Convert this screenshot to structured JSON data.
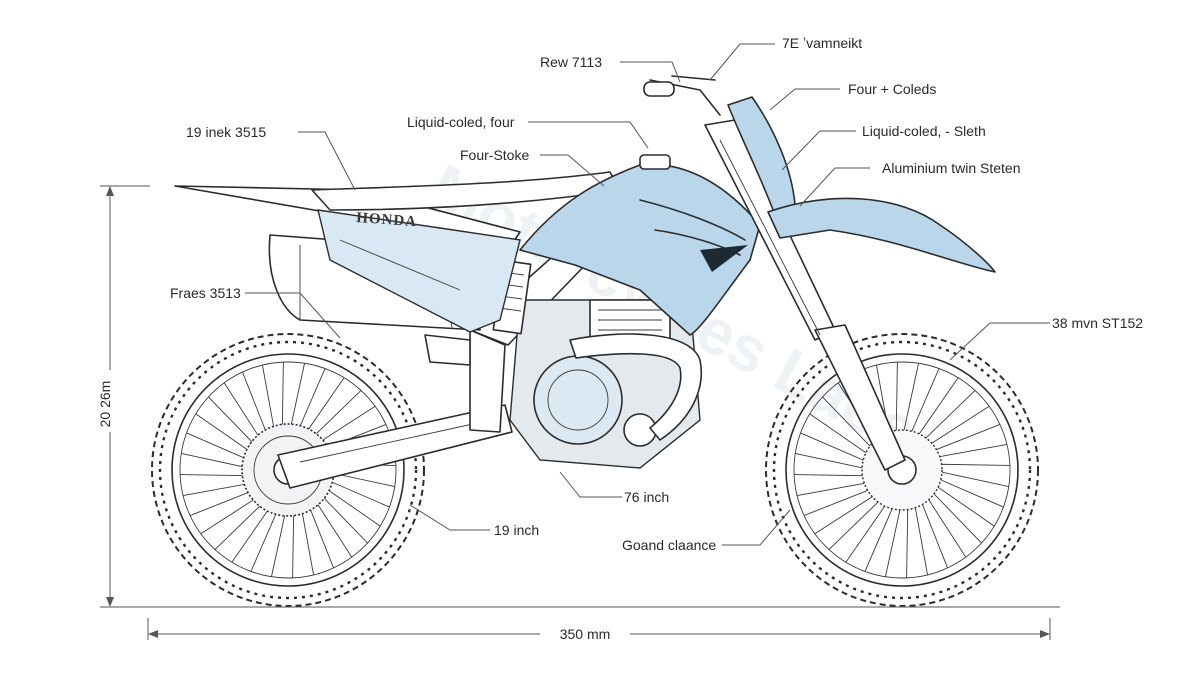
{
  "diagram": {
    "brand_text": "HONDA",
    "watermark": "Motorcycles Laos",
    "labels": [
      {
        "id": "rew",
        "text": "Rew 7113"
      },
      {
        "id": "top-right",
        "text": "7E ʼvamneikt"
      },
      {
        "id": "four-coleds",
        "text": "Four + Coleds"
      },
      {
        "id": "liquid-coled-four",
        "text": "Liquid-coled, four"
      },
      {
        "id": "liquid-coled-sleth",
        "text": "Liquid-coled, - Sleth"
      },
      {
        "id": "inek",
        "text": "19 inek 3515"
      },
      {
        "id": "four-stoke",
        "text": "Four-Stoke"
      },
      {
        "id": "aluminium",
        "text": "Aluminium twin Steten"
      },
      {
        "id": "fraes",
        "text": "Fraes 3513"
      },
      {
        "id": "mvn",
        "text": "38 mvn ST152"
      },
      {
        "id": "inch76",
        "text": "76 inch"
      },
      {
        "id": "inch19",
        "text": "19 inch"
      },
      {
        "id": "ground",
        "text": "Goand claance"
      }
    ],
    "height_dim": "20 26m",
    "length_dim": "350 mm"
  }
}
